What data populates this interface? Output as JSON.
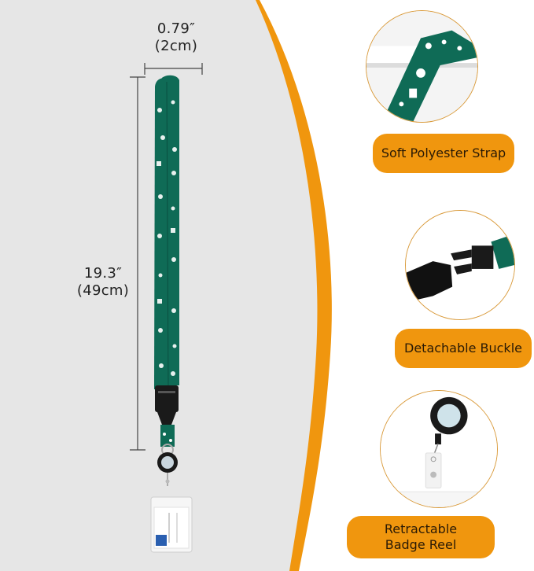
{
  "dimensions": {
    "width": {
      "inches": "0.79″",
      "cm": "(2cm)"
    },
    "length": {
      "inches": "19.3″",
      "cm": "(49cm)"
    }
  },
  "features": [
    {
      "label": "Soft Polyester Strap",
      "icon": "strap-closeup"
    },
    {
      "label": "Detachable Buckle",
      "icon": "buckle-closeup"
    },
    {
      "label_line1": "Retractable",
      "label_line2": "Badge Reel",
      "icon": "badge-reel-closeup"
    }
  ],
  "colors": {
    "accent": "#f0960e",
    "left_panel_bg": "#e6e6e6",
    "strap_green": "#0f6b56",
    "circle_border": "#d99a3a"
  }
}
